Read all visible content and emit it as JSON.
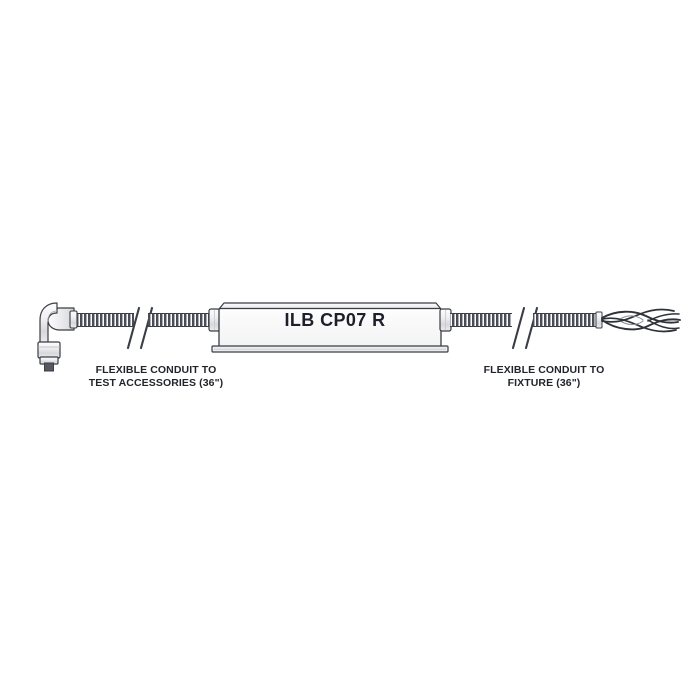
{
  "diagram": {
    "title": "ILB CP07 R emergency driver wiring diagram",
    "body_label": "ILB CP07 R",
    "colors": {
      "outline": "#3a3d45",
      "body_fill": "#f2f2f2",
      "body_fill_light": "#fbfbfb",
      "conduit_dark": "#3c3f47",
      "conduit_light": "#e8e8ea",
      "metal_light": "#f4f4f5",
      "metal_mid": "#d9d9dd",
      "text": "#23252d",
      "label_text": "#1d1f2b",
      "background": "#ffffff"
    },
    "captions": {
      "left": {
        "line1": "FLEXIBLE CONDUIT TO",
        "line2": "TEST ACCESSORIES (36\")"
      },
      "right": {
        "line1": "FLEXIBLE CONDUIT TO",
        "line2": "FIXTURE (36\")"
      }
    },
    "components": {
      "elbow_fitting": "90-degree elbow conduit connector",
      "left_conduit": "flexible metal conduit",
      "left_break_marks": "conduit break symbol",
      "enclosure": "driver enclosure housing",
      "right_conduit": "flexible metal conduit",
      "right_break_marks": "conduit break symbol",
      "wire_leads": "splayed wire leads"
    }
  }
}
